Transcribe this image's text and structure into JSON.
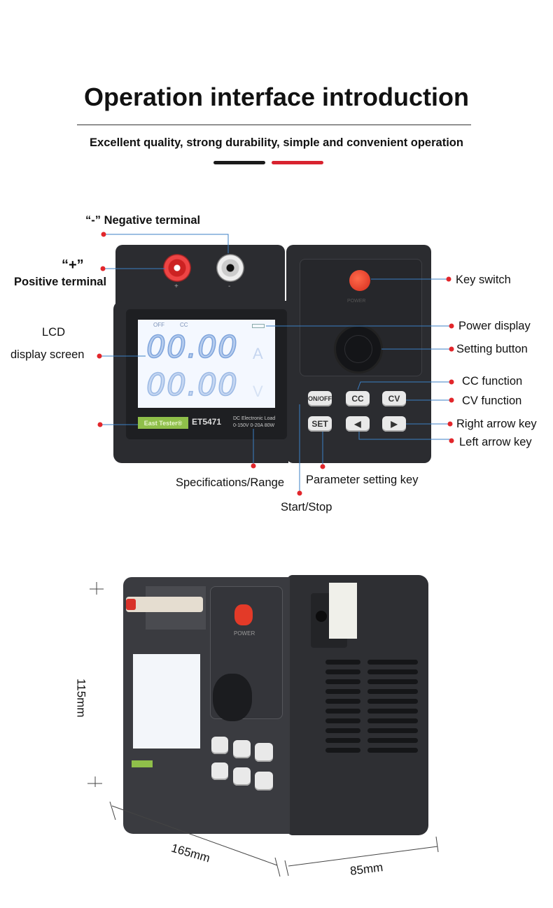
{
  "header": {
    "title": "Operation interface introduction",
    "subtitle": "Excellent quality, strong durability, simple and convenient operation",
    "accent_colors": {
      "black": "#1a1a1a",
      "red": "#d8232f"
    }
  },
  "callouts": {
    "negative_terminal_sign": "“-”",
    "negative_terminal": "Negative terminal",
    "positive_terminal_sign": "“+”",
    "positive_terminal": "Positive terminal",
    "lcd_line1": "LCD",
    "lcd_line2": "display screen",
    "key_switch": "Key switch",
    "power_display": "Power display",
    "setting_button": "Setting button",
    "cc_function": "CC function",
    "cv_function": "CV function",
    "right_arrow_key": "Right arrow key",
    "left_arrow_key": "Left arrow key",
    "specifications": "Specifications/Range",
    "parameter_setting_key": "Parameter setting key",
    "start_stop": "Start/Stop"
  },
  "device": {
    "plus": "+",
    "minus": "-",
    "lcd_status_off": "OFF",
    "lcd_status_cc": "CC",
    "current_reading": "00.00",
    "current_unit": "A",
    "voltage_reading": "00.00",
    "voltage_unit": "V",
    "brand": "East Tester®",
    "model": "ET5471",
    "spec_line1": "DC Electronic Load",
    "spec_line2": "0-150V  0-20A  80W",
    "power_label": "POWER",
    "keys": {
      "onoff": "ON/OFF",
      "cc": "CC",
      "cv": "CV",
      "set": "SET",
      "left": "◀",
      "right": "▶"
    }
  },
  "dimensions": {
    "height": "115mm",
    "length": "165mm",
    "depth": "85mm"
  }
}
